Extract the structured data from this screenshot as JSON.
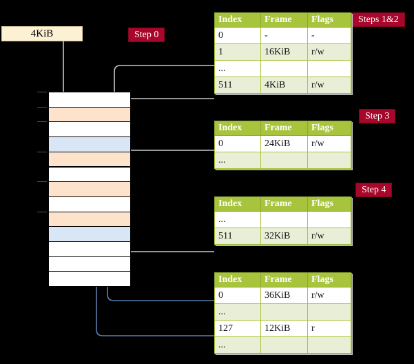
{
  "memory": {
    "label_box": {
      "text": "4KiB"
    },
    "rows": [
      {
        "fill": "white",
        "tick": true
      },
      {
        "fill": "orange",
        "tick": true
      },
      {
        "fill": "white",
        "tick": true
      },
      {
        "fill": "blue",
        "tick": false
      },
      {
        "fill": "orange",
        "tick": true
      },
      {
        "fill": "white",
        "tick": false
      },
      {
        "fill": "orange",
        "tick": true
      },
      {
        "fill": "white",
        "tick": false
      },
      {
        "fill": "orange",
        "tick": true
      },
      {
        "fill": "blue",
        "tick": false
      },
      {
        "fill": "white",
        "tick": false
      },
      {
        "fill": "white",
        "tick": false
      },
      {
        "fill": "white",
        "tick": false
      }
    ]
  },
  "badges": {
    "step0": "Step 0",
    "steps12": "Steps 1&2",
    "step3": "Step 3",
    "step4": "Step 4"
  },
  "tables": [
    {
      "name": "level4-table",
      "columns": [
        "Index",
        "Frame",
        "Flags"
      ],
      "rows": [
        {
          "cells": [
            "0",
            "-",
            "-"
          ],
          "alt": false,
          "highlight": false
        },
        {
          "cells": [
            "1",
            "16KiB",
            "r/w"
          ],
          "alt": true,
          "highlight": false
        },
        {
          "cells": [
            "...",
            "",
            ""
          ],
          "alt": false,
          "highlight": false
        },
        {
          "cells": [
            "511",
            "4KiB",
            "r/w"
          ],
          "alt": true,
          "highlight": true
        }
      ]
    },
    {
      "name": "level3-table",
      "columns": [
        "Index",
        "Frame",
        "Flags"
      ],
      "rows": [
        {
          "cells": [
            "0",
            "24KiB",
            "r/w"
          ],
          "alt": false,
          "highlight": false
        },
        {
          "cells": [
            "...",
            "",
            ""
          ],
          "alt": true,
          "highlight": false
        }
      ]
    },
    {
      "name": "level2-table",
      "columns": [
        "Index",
        "Frame",
        "Flags"
      ],
      "rows": [
        {
          "cells": [
            "...",
            "",
            ""
          ],
          "alt": false,
          "highlight": false
        },
        {
          "cells": [
            "511",
            "32KiB",
            "r/w"
          ],
          "alt": true,
          "highlight": false
        }
      ]
    },
    {
      "name": "level1-table",
      "columns": [
        "Index",
        "Frame",
        "Flags"
      ],
      "rows": [
        {
          "cells": [
            "0",
            "36KiB",
            "r/w"
          ],
          "alt": false,
          "highlight": false
        },
        {
          "cells": [
            "...",
            "",
            ""
          ],
          "alt": true,
          "highlight": false
        },
        {
          "cells": [
            "127",
            "12KiB",
            "r"
          ],
          "alt": false,
          "highlight": false
        },
        {
          "cells": [
            "...",
            "",
            ""
          ],
          "alt": true,
          "highlight": false
        }
      ]
    }
  ],
  "colors": {
    "background": "#000000",
    "badge": "#a8062a",
    "table_header": "#a8c43c",
    "table_alt_row": "#e9efd6",
    "highlight": "#f7f59a",
    "mem_orange": "#fde3cc",
    "mem_blue": "#d9e6f6",
    "label_box": "#fdf1d4",
    "wire_gray": "#c9c9c9",
    "wire_blue": "#5a7fb0"
  }
}
